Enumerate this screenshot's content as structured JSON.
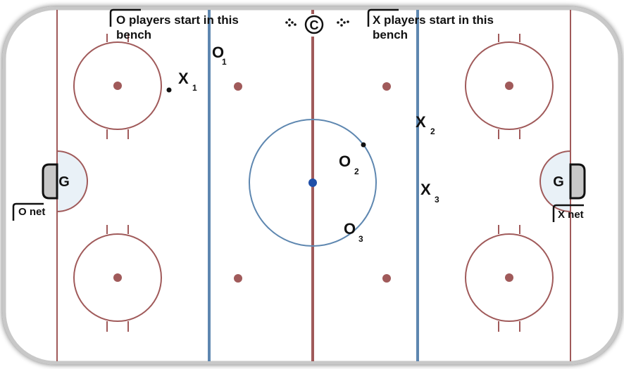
{
  "labels": {
    "o_bench": [
      "O players start in this",
      "bench"
    ],
    "x_bench": [
      "X players start in this",
      "bench"
    ],
    "o_net": "O net",
    "x_net": "X net",
    "coach": "C",
    "goalie": "G"
  },
  "players": [
    {
      "symbol": "O",
      "number": "1"
    },
    {
      "symbol": "O",
      "number": "2"
    },
    {
      "symbol": "O",
      "number": "3"
    },
    {
      "symbol": "X",
      "number": "1"
    },
    {
      "symbol": "X",
      "number": "2"
    },
    {
      "symbol": "X",
      "number": "3"
    }
  ],
  "colors": {
    "red_line": "#a05a5a",
    "blue_line": "#5e87b0",
    "center_dot": "#1f4fa8",
    "board": "#c8c8c8",
    "crease": "#e9f1f7"
  }
}
